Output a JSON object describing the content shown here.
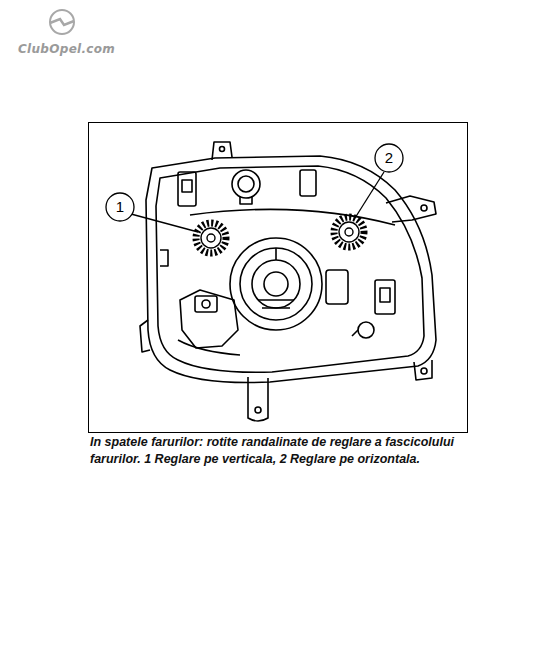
{
  "diagram": {
    "caption": "In spatele farurilor: rotite randalinate de reglare a fascicolului farurilor. 1 Reglare pe verticala, 2 Reglare pe orizontala.",
    "labels": [
      "ClubOpel.com",
      "1",
      "2"
    ]
  }
}
